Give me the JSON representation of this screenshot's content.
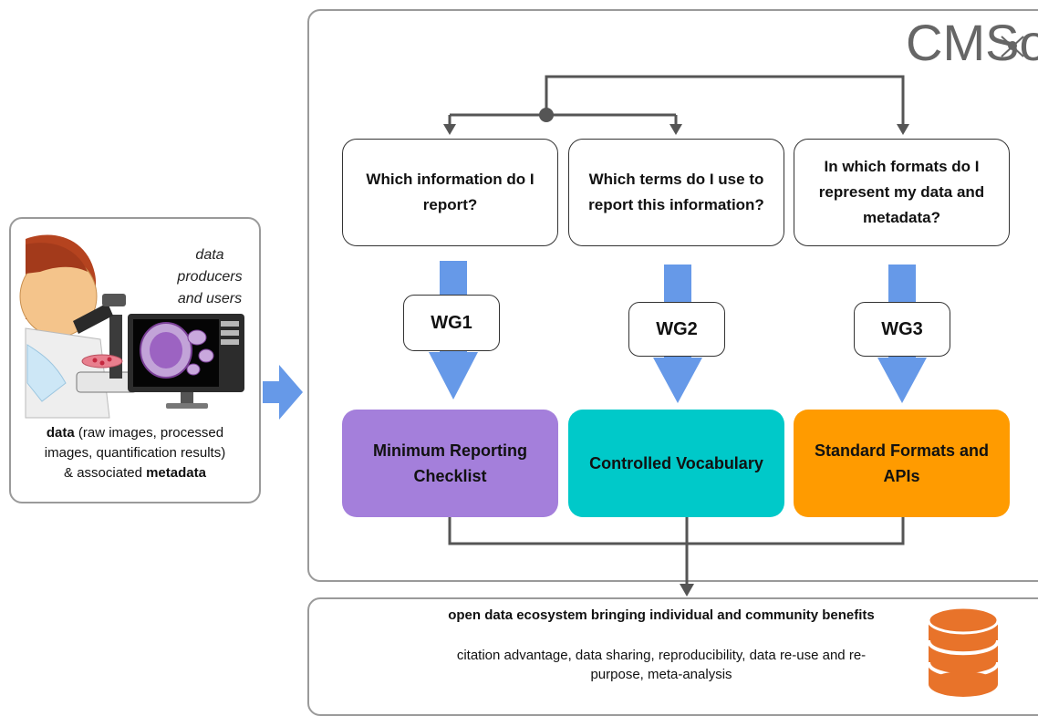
{
  "left_panel": {
    "caption": "data producers and users",
    "body_pre": "data",
    "body_mid": " (raw images, processed images, quantification results) & associated ",
    "body_post": "metadata"
  },
  "logo": {
    "text": "CMSo"
  },
  "questions": [
    {
      "text": "Which information do I report?"
    },
    {
      "text": "Which terms do I use to report this information?"
    },
    {
      "text": "In which formats do I represent my data and metadata?"
    }
  ],
  "working_groups": [
    {
      "label": "WG1"
    },
    {
      "label": "WG2"
    },
    {
      "label": "WG3"
    }
  ],
  "outputs": [
    {
      "label": "Minimum Reporting Checklist",
      "color": "#a47fdb"
    },
    {
      "label": "Controlled Vocabulary",
      "color": "#00c9c9"
    },
    {
      "label": "Standard Formats and APIs",
      "color": "#ff9b00"
    }
  ],
  "bottom_panel": {
    "title": "open data ecosystem bringing individual and community benefits",
    "body": "citation advantage, data sharing, reproducibility, data re-use and re-purpose, meta-analysis"
  },
  "colors": {
    "arrow_blue": "#6699e8",
    "connector": "#555555",
    "database": "#e8732a"
  },
  "icons": [
    "scientist-icon",
    "microscope-icon",
    "monitor-icon",
    "database-icon"
  ]
}
